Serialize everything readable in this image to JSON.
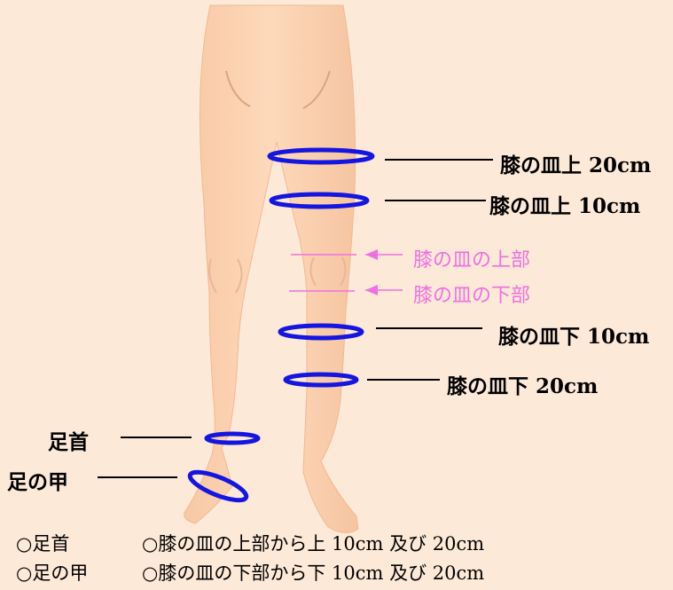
{
  "labels": {
    "thigh20": "膝の皿上 20cm",
    "thigh10": "膝の皿上 10cm",
    "knee_top": "膝の皿の上部",
    "knee_bottom": "膝の皿の下部",
    "calf10": "膝の皿下 10cm",
    "calf20": "膝の皿下 20cm",
    "ankle": "足首",
    "instep": "足の甲"
  },
  "footer": {
    "row1_left": "○足首",
    "row1_right": "○膝の皿の上部から上 10cm 及び 20cm",
    "row2_left": "○足の甲",
    "row2_right": "○膝の皿の下部から下 10cm 及び 20cm"
  },
  "colors": {
    "background": "#fde9d8",
    "skin": "#fcd2b0",
    "ring": "#1010e0",
    "accent": "#f070e0"
  },
  "icons": [
    "left-arrow-icon"
  ]
}
